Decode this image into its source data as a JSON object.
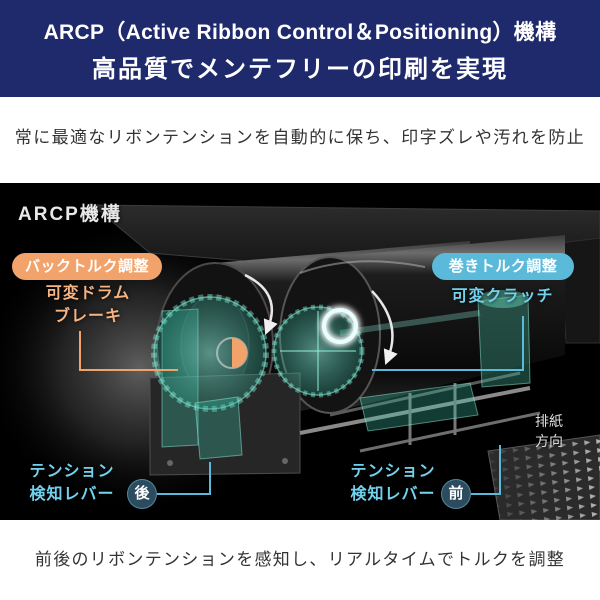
{
  "header": {
    "title": "ARCP（Active Ribbon Control＆Positioning）機構",
    "tagline": "高品質でメンテフリーの印刷を実現"
  },
  "lead": "常に最適なリボンテンションを自動的に保ち、印字ズレや汚れを防止",
  "diagram": {
    "title": "ARCP機構",
    "back_torque": {
      "tag": "バックトルク調整",
      "part": [
        "可変ドラム",
        "ブレーキ"
      ]
    },
    "wind_torque": {
      "tag": "巻きトルク調整",
      "part": "可変クラッチ"
    },
    "rear_lever": {
      "part": [
        "テンション",
        "検知レバー"
      ],
      "badge": "後"
    },
    "front_lever": {
      "part": [
        "テンション",
        "検知レバー"
      ],
      "badge": "前"
    },
    "paper_exit": [
      "排紙",
      "方向"
    ]
  },
  "footer": "前後のリボンテンションを感知し、リアルタイムでトルクを調整",
  "colors": {
    "banner": "#1f2a6c",
    "back_torque": "#f2a36b",
    "back_torque_text": "#f6b482",
    "wind_torque": "#5bbad9",
    "cyan_text": "#72d2ee",
    "badge": "#2d4b5f"
  }
}
